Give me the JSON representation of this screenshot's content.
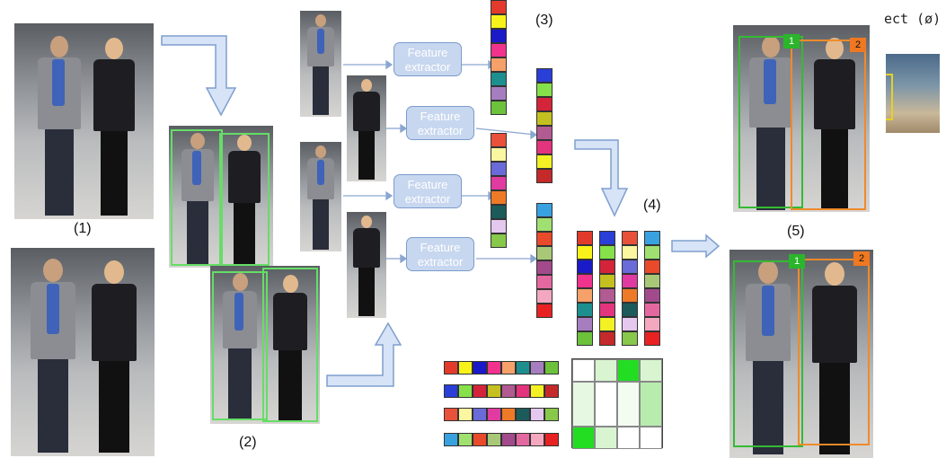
{
  "labels": {
    "step1": "(1)",
    "step2": "(2)",
    "step3": "(3)",
    "step4": "(4)",
    "step5": "(5)"
  },
  "feature_extractor": "Feature\nextractor",
  "track_ids": {
    "id1": "1",
    "id2": "2"
  },
  "corner_text": "ect (ø)",
  "colors": {
    "arrow_fill": "#d7e3f6",
    "arrow_stroke": "#7f9fcf",
    "box_green": "#66dd66",
    "box_orange": "#f08a2c",
    "id_green": "#2bb52b",
    "id_orange": "#f07820",
    "extractor_fill": "#c7d7ef"
  },
  "vectors": {
    "v3_top": [
      "#e33b2b",
      "#f7f31a",
      "#1a1ac8",
      "#f0338d",
      "#f6a06a",
      "#1d8f8f",
      "#a67ec0",
      "#6cc23a"
    ],
    "v3_mid": [
      "#e8513a",
      "#fbf6a0",
      "#6a6ad8",
      "#e03ba0",
      "#ee7a28",
      "#1d5a5a",
      "#e4c8ee",
      "#88c84a"
    ],
    "v_left_top": [
      "#2a3ed8",
      "#86e04a",
      "#d4243a",
      "#c4c020",
      "#b25a92",
      "#e3347e",
      "#f3f024",
      "#c42a2a"
    ],
    "v_left_bot": [
      "#38a2e0",
      "#a0e070",
      "#e84a2a",
      "#a8c878",
      "#a24a8c",
      "#e468a0",
      "#f4a8c0",
      "#e82222"
    ]
  },
  "matrix_columns": [
    [
      "#e33b2b",
      "#f7f31a",
      "#1a1ac8",
      "#f0338d",
      "#f6a06a",
      "#1d8f8f",
      "#a67ec0",
      "#6cc23a"
    ],
    [
      "#2a3ed8",
      "#86e04a",
      "#d4243a",
      "#c4c020",
      "#b25a92",
      "#e3347e",
      "#f3f024",
      "#c42a2a"
    ],
    [
      "#e8513a",
      "#fbf6a0",
      "#6a6ad8",
      "#e03ba0",
      "#ee7a28",
      "#1d5a5a",
      "#e4c8ee",
      "#88c84a"
    ],
    [
      "#38a2e0",
      "#a0e070",
      "#e84a2a",
      "#a8c878",
      "#a24a8c",
      "#e468a0",
      "#f4a8c0",
      "#e82222"
    ]
  ],
  "matrix_rows": [
    [
      "#e33b2b",
      "#f7f31a",
      "#1a1ac8",
      "#f0338d",
      "#f6a06a",
      "#1d8f8f",
      "#a67ec0",
      "#6cc23a"
    ],
    [
      "#2a3ed8",
      "#86e04a",
      "#d4243a",
      "#c4c020",
      "#b25a92",
      "#e3347e",
      "#f3f024",
      "#c42a2a"
    ],
    [
      "#e8513a",
      "#fbf6a0",
      "#6a6ad8",
      "#e03ba0",
      "#ee7a28",
      "#1d5a5a",
      "#e4c8ee",
      "#88c84a"
    ],
    [
      "#38a2e0",
      "#a0e070",
      "#e84a2a",
      "#a8c878",
      "#a24a8c",
      "#e468a0",
      "#f4a8c0",
      "#e82222"
    ]
  ],
  "similarity_grid": [
    "#ffffff",
    "#d8f4d0",
    "#22dd22",
    "#d8f4d0",
    "#e6f8e2",
    "#ffffff",
    "#f4fcf2",
    "#b8ecae",
    "#22dd22",
    "#d8f4d0",
    "#ffffff",
    "#ffffff"
  ]
}
